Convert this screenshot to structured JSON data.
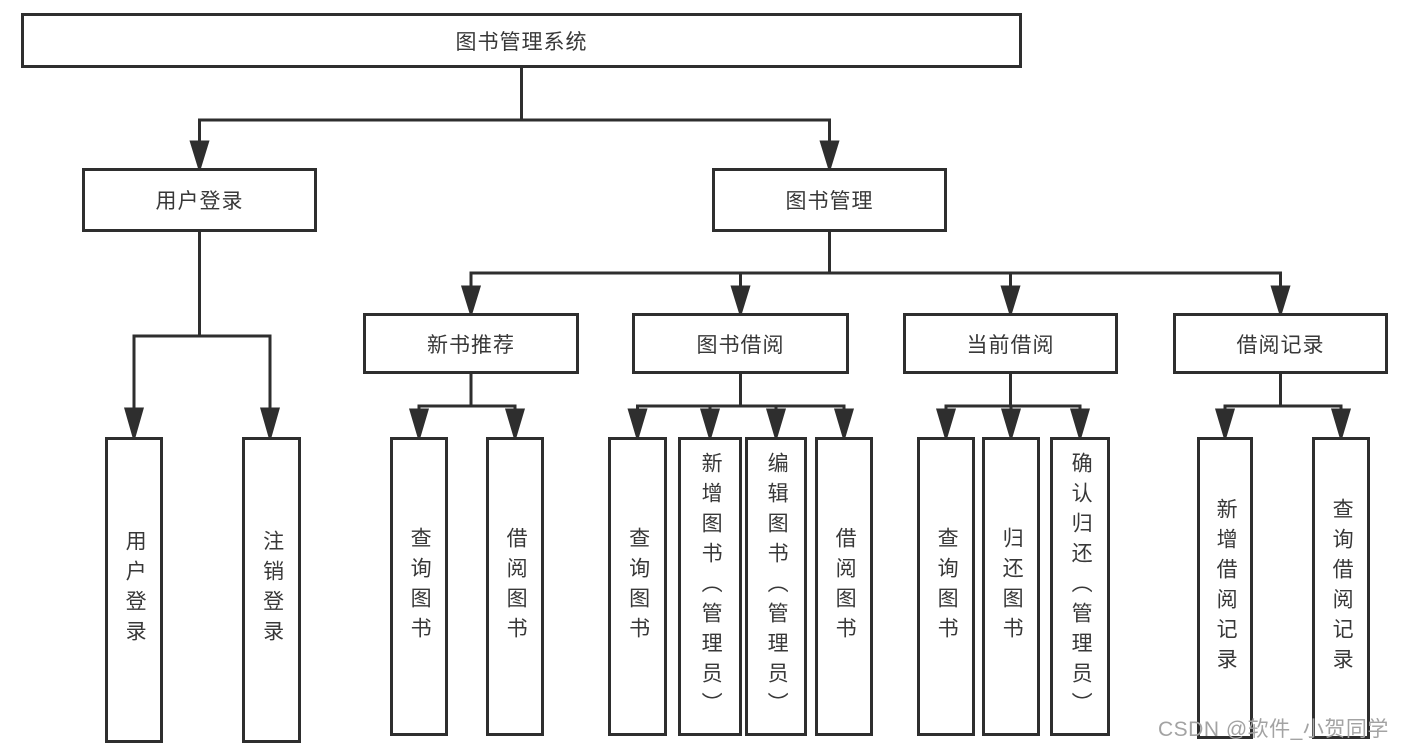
{
  "diagram_title": "图书管理系统",
  "tree": {
    "label": "图书管理系统",
    "children": [
      {
        "label": "用户登录",
        "children": [
          {
            "label": "用户登录"
          },
          {
            "label": "注销登录"
          }
        ]
      },
      {
        "label": "图书管理",
        "children": [
          {
            "label": "新书推荐",
            "children": [
              {
                "label": "查询图书"
              },
              {
                "label": "借阅图书"
              }
            ]
          },
          {
            "label": "图书借阅",
            "children": [
              {
                "label": "查询图书"
              },
              {
                "label": "新增图书（管理员）"
              },
              {
                "label": "编辑图书（管理员）"
              },
              {
                "label": "借阅图书"
              }
            ]
          },
          {
            "label": "当前借阅",
            "children": [
              {
                "label": "查询图书"
              },
              {
                "label": "归还图书"
              },
              {
                "label": "确认归还（管理员）"
              }
            ]
          },
          {
            "label": "借阅记录",
            "children": [
              {
                "label": "新增借阅记录"
              },
              {
                "label": "查询借阅记录"
              }
            ]
          }
        ]
      }
    ]
  },
  "watermark": "CSDN @软件_小贺同学",
  "colors": {
    "background": "#ffffff",
    "box_border": "#2e2e2e",
    "line": "#2e2e2e",
    "text": "#383838",
    "watermark": "#a3a3a3"
  }
}
